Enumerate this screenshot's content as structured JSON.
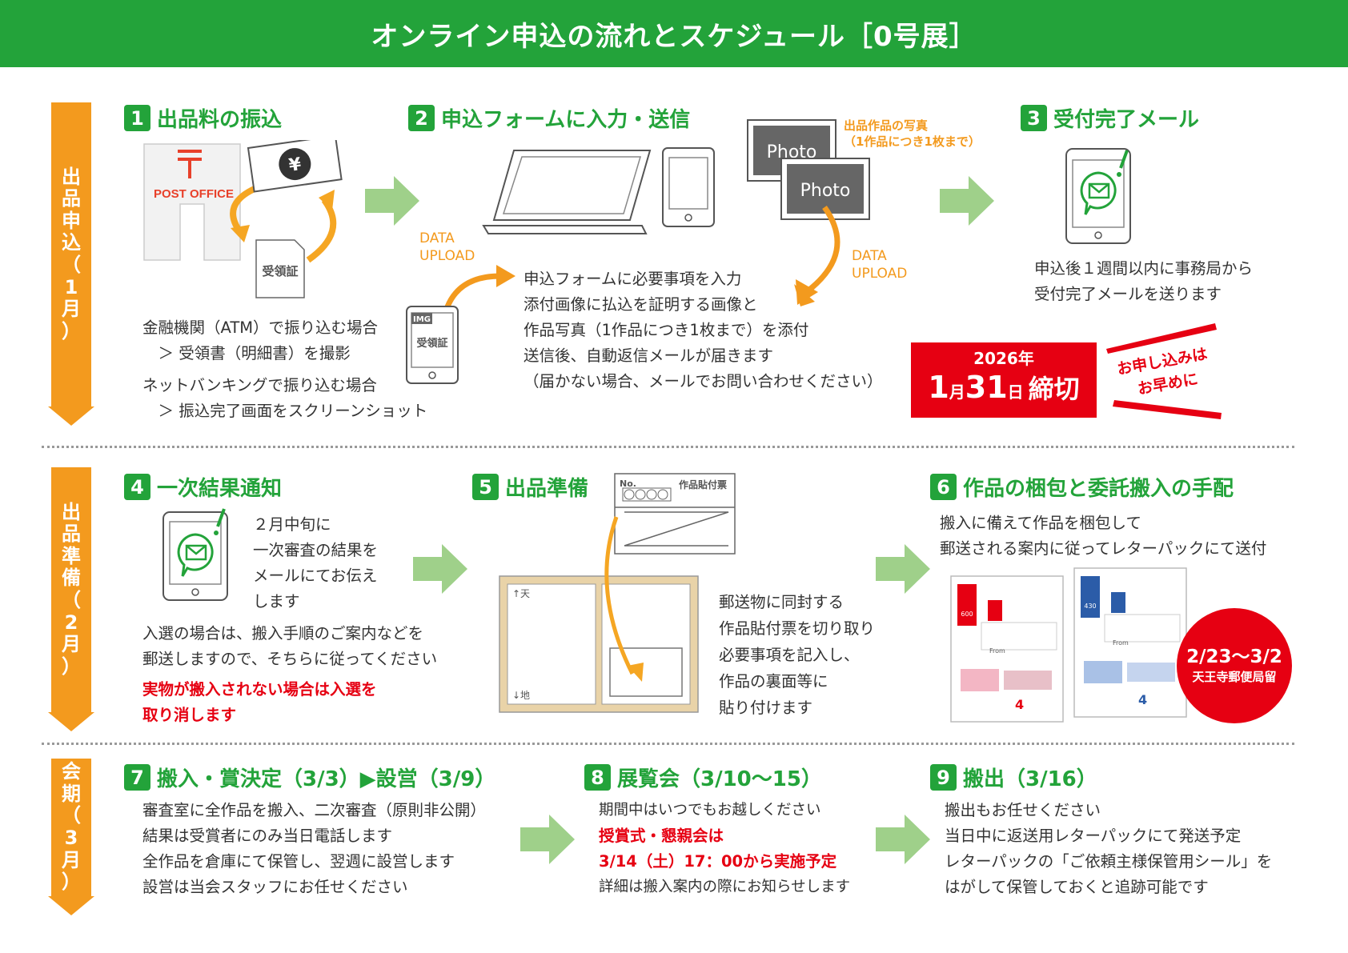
{
  "title": "オンライン申込の流れとスケジュール［0号展］",
  "phases": [
    {
      "chars": [
        "出",
        "品",
        "申",
        "込",
        "（",
        "1",
        "月",
        "）"
      ]
    },
    {
      "chars": [
        "出",
        "品",
        "準",
        "備",
        "（",
        "2",
        "月",
        "）"
      ]
    },
    {
      "chars": [
        "会",
        "期",
        "（",
        "3",
        "月",
        "）"
      ]
    }
  ],
  "steps": {
    "s1": {
      "num": "1",
      "title": "出品料の振込"
    },
    "s2": {
      "num": "2",
      "title": "申込フォームに入力・送信"
    },
    "s3": {
      "num": "3",
      "title": "受付完了メール"
    },
    "s4": {
      "num": "4",
      "title": "一次結果通知"
    },
    "s5": {
      "num": "5",
      "title": "出品準備"
    },
    "s6": {
      "num": "6",
      "title": "作品の梱包と委託搬入の手配"
    },
    "s7": {
      "num": "7",
      "title": "搬入・賞決定（3/3）▶設営（3/9）"
    },
    "s8": {
      "num": "8",
      "title": "展覧会（3/10〜15）"
    },
    "s9": {
      "num": "9",
      "title": "搬出（3/16）"
    }
  },
  "illustrations": {
    "post_office": "POST OFFICE",
    "yen": "¥",
    "receipt": "受領証",
    "img_label": "IMG",
    "photo": "Photo",
    "photo_note_1": "出品作品の写真",
    "photo_note_2": "（1作品につき1枚まで）",
    "data_upload_1": "DATA",
    "data_upload_2": "UPLOAD",
    "label_no": "No.",
    "label_sheet": "作品貼付票",
    "label_top": "↑天",
    "label_bottom": "↓地",
    "lp_600": "600",
    "lp_430": "430",
    "lp_from": "From",
    "lp_4": "4"
  },
  "texts": {
    "s1_lines": [
      "金融機関（ATM）で振り込む場合",
      "　＞ 受領書（明細書）を撮影",
      "ネットバンキングで振り込む場合",
      "　＞ 振込完了画面をスクリーンショット"
    ],
    "s2_lines": [
      "申込フォームに必要事項を入力",
      "添付画像に払込を証明する画像と",
      "作品写真（1作品につき1枚まで）を添付",
      "送信後、自動返信メールが届きます",
      "（届かない場合、メールでお問い合わせください）"
    ],
    "s3_lines": [
      "申込後１週間以内に事務局から",
      "受付完了メールを送ります"
    ],
    "deadline_year": "2026年",
    "deadline_month": "1",
    "deadline_month_unit": "月",
    "deadline_day": "31",
    "deadline_day_unit": "日",
    "deadline_suffix": "締切",
    "early_1": "お申し込みは",
    "early_2": "お早めに",
    "s4_lines": [
      "２月中旬に",
      "一次審査の結果を",
      "メールにてお伝え",
      "します"
    ],
    "s4_lines2": [
      "入選の場合は、搬入手順のご案内などを",
      "郵送しますので、そちらに従ってください"
    ],
    "s4_red": [
      "実物が搬入されない場合は入選を",
      "取り消します"
    ],
    "s5_lines": [
      "郵送物に同封する",
      "作品貼付票を切り取り",
      "必要事項を記入し、",
      "作品の裏面等に",
      "貼り付けます"
    ],
    "s6_lines": [
      "搬入に備えて作品を梱包して",
      "郵送される案内に従ってレターパックにて送付"
    ],
    "circle_date": "2/23〜3/2",
    "circle_place": "天王寺郵便局留",
    "s7_lines": [
      "審査室に全作品を搬入、二次審査（原則非公開）",
      "結果は受賞者にのみ当日電話します",
      "全作品を倉庫にて保管し、翌週に設営します",
      "設営は当会スタッフにお任せください"
    ],
    "s8_line1": "期間中はいつでもお越しください",
    "s8_red": [
      "授賞式・懇親会は",
      "3/14（土）17：00から実施予定"
    ],
    "s8_line2": "詳細は搬入案内の際にお知らせします",
    "s9_lines": [
      "搬出もお任せください",
      "当日中に返送用レターパックにて発送予定",
      "レターパックの「ご依頼主様保管用シール」を",
      "はがして保管しておくと追跡可能です"
    ]
  },
  "colors": {
    "green": "#23a33a",
    "orange": "#f39a1e",
    "red": "#e60012",
    "light_green": "#9fd08a"
  }
}
